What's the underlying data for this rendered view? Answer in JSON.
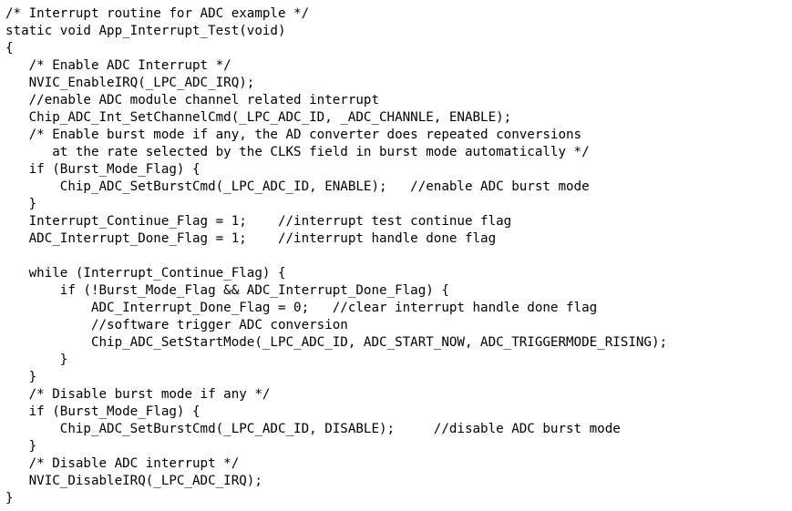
{
  "code": {
    "lines": [
      "/* Interrupt routine for ADC example */",
      "static void App_Interrupt_Test(void)",
      "{",
      "   /* Enable ADC Interrupt */",
      "   NVIC_EnableIRQ(_LPC_ADC_IRQ);",
      "   //enable ADC module channel related interrupt",
      "   Chip_ADC_Int_SetChannelCmd(_LPC_ADC_ID, _ADC_CHANNLE, ENABLE);",
      "   /* Enable burst mode if any, the AD converter does repeated conversions",
      "      at the rate selected by the CLKS field in burst mode automatically */",
      "   if (Burst_Mode_Flag) {",
      "       Chip_ADC_SetBurstCmd(_LPC_ADC_ID, ENABLE);   //enable ADC burst mode",
      "   }",
      "   Interrupt_Continue_Flag = 1;    //interrupt test continue flag",
      "   ADC_Interrupt_Done_Flag = 1;    //interrupt handle done flag",
      "",
      "   while (Interrupt_Continue_Flag) {",
      "       if (!Burst_Mode_Flag && ADC_Interrupt_Done_Flag) {",
      "           ADC_Interrupt_Done_Flag = 0;   //clear interrupt handle done flag",
      "           //software trigger ADC conversion",
      "           Chip_ADC_SetStartMode(_LPC_ADC_ID, ADC_START_NOW, ADC_TRIGGERMODE_RISING);",
      "       }",
      "   }",
      "   /* Disable burst mode if any */",
      "   if (Burst_Mode_Flag) {",
      "       Chip_ADC_SetBurstCmd(_LPC_ADC_ID, DISABLE);     //disable ADC burst mode",
      "   }",
      "   /* Disable ADC interrupt */",
      "   NVIC_DisableIRQ(_LPC_ADC_IRQ);",
      "}"
    ]
  }
}
